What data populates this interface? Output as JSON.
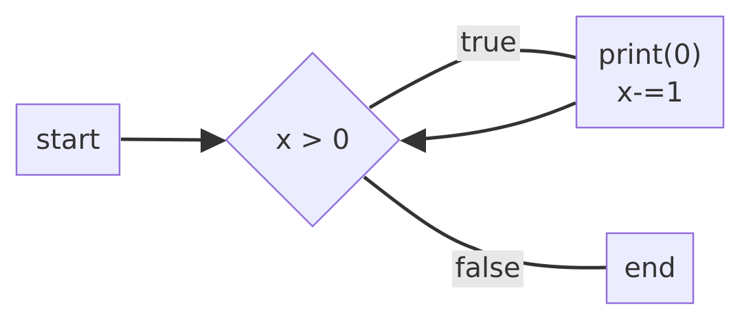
{
  "nodes": {
    "start": {
      "label": "start"
    },
    "decision": {
      "label": "x > 0"
    },
    "loop_body": {
      "lines": [
        "print(0)",
        "x-=1"
      ]
    },
    "end": {
      "label": "end"
    }
  },
  "edges": {
    "true_label": "true",
    "false_label": "false"
  },
  "colors": {
    "node_fill": "#ececff",
    "node_stroke": "#9370db",
    "edge": "#333333",
    "label_bg": "#e8e8e8"
  }
}
